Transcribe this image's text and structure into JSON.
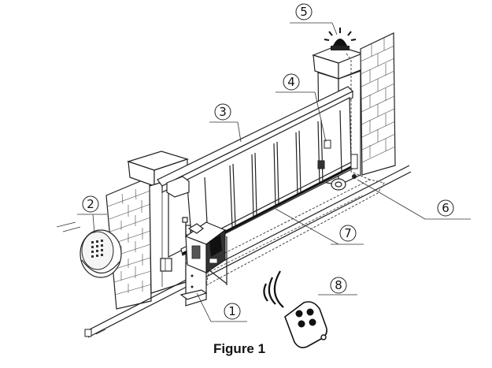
{
  "figure": {
    "caption": "Figure 1",
    "callouts": [
      {
        "id": "1",
        "label": "①"
      },
      {
        "id": "2",
        "label": "②"
      },
      {
        "id": "3",
        "label": "③"
      },
      {
        "id": "4",
        "label": "④"
      },
      {
        "id": "5",
        "label": "⑤"
      },
      {
        "id": "6",
        "label": "⑥"
      },
      {
        "id": "7",
        "label": "⑦"
      },
      {
        "id": "8",
        "label": "⑧"
      }
    ]
  }
}
